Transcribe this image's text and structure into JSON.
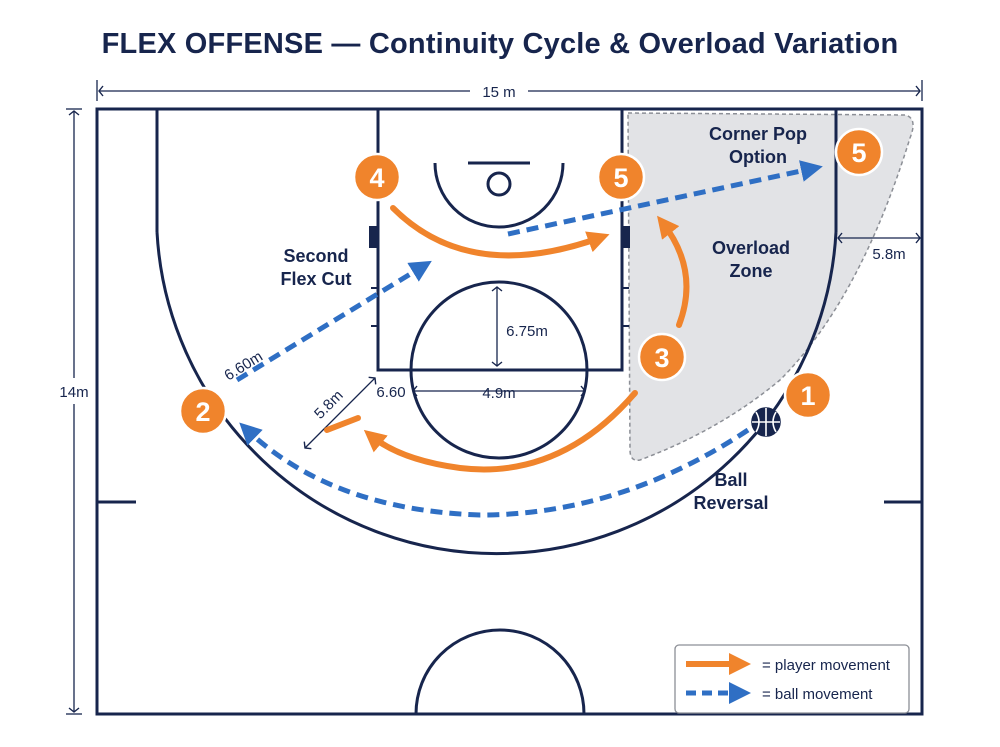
{
  "title": "FLEX OFFENSE — Continuity Cycle & Overload Variation",
  "colors": {
    "court_line": "#17254d",
    "player": "#f0842c",
    "ball": "#2f6fc4",
    "overload_fill": "#e2e3e6"
  },
  "dimensions": {
    "width": "15 m",
    "height": "14m",
    "corner_distance": "5.8m",
    "lane_height": "6.75m",
    "lane_width": "4.9m",
    "elbow_label": "6.60",
    "arc_distance": "5.8m",
    "wing_distance": "6.60m"
  },
  "annotations": {
    "corner_pop": [
      "Corner Pop",
      "Option"
    ],
    "overload_zone": [
      "Overload",
      "Zone"
    ],
    "second_flex_cut": [
      "Second",
      "Flex Cut"
    ],
    "ball_reversal": [
      "Ball",
      "Reversal"
    ]
  },
  "players": [
    {
      "id": "1",
      "label": "1",
      "position": "right wing"
    },
    {
      "id": "2",
      "label": "2",
      "position": "left wing"
    },
    {
      "id": "3",
      "label": "3",
      "position": "right elbow"
    },
    {
      "id": "4",
      "label": "4",
      "position": "left block"
    },
    {
      "id": "5a",
      "label": "5",
      "position": "right block"
    },
    {
      "id": "5b",
      "label": "5",
      "position": "right corner"
    }
  ],
  "legend": {
    "player_movement": "= player movement",
    "ball_movement": "= ball movement"
  }
}
